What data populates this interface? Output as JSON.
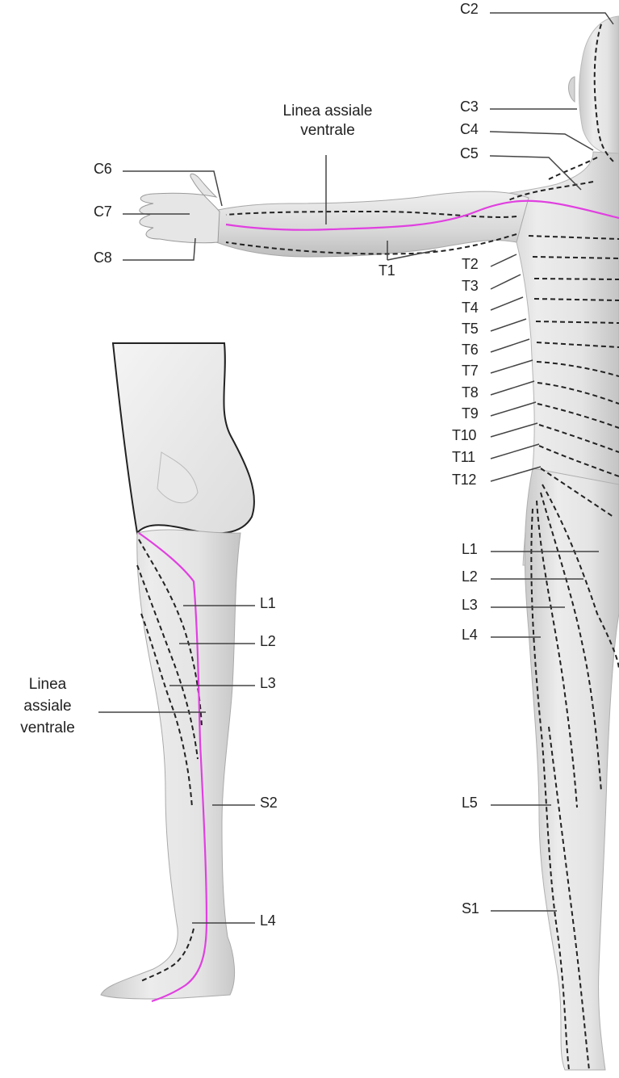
{
  "figure": {
    "axial_line_caption_top": {
      "line1": "Linea assiale",
      "line2": "ventrale"
    },
    "axial_line_caption_left": {
      "line1": "Linea",
      "line2": "assiale",
      "line3": "ventrale"
    },
    "dermatome_labels": {
      "c2": "C2",
      "c3": "C3",
      "c4": "C4",
      "c5": "C5",
      "c6": "C6",
      "c7": "C7",
      "c8": "C8",
      "t1": "T1",
      "t2": "T2",
      "t3": "T3",
      "t4": "T4",
      "t5": "T5",
      "t6": "T6",
      "t7": "T7",
      "t8": "T8",
      "t9": "T9",
      "t10": "T10",
      "t11": "T11",
      "t12": "T12",
      "l1": "L1",
      "l2": "L2",
      "l3": "L3",
      "l4": "L4",
      "l5": "L5",
      "s1": "S1",
      "leg_l1": "L1",
      "leg_l2": "L2",
      "leg_l3": "L3",
      "leg_s2": "S2",
      "leg_l4": "L4"
    },
    "colors": {
      "skin": "#e2e2e2",
      "skin_shade": "#cfcfcf",
      "axial_line": "#e040e0",
      "dermatome_border": "#222222",
      "leader_line": "#444444"
    }
  }
}
